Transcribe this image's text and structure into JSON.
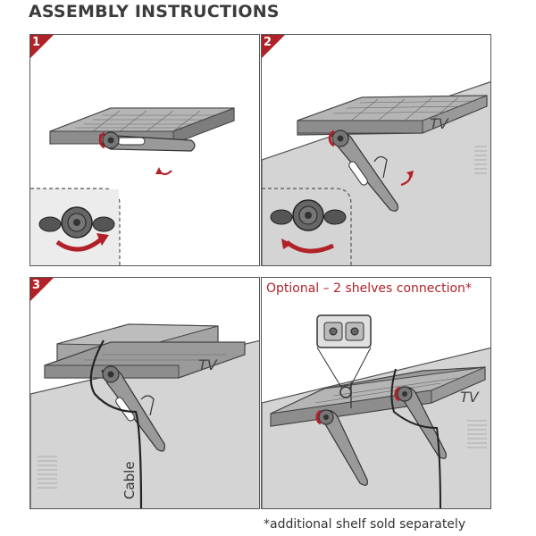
{
  "title": "ASSEMBLY INSTRUCTIONS",
  "steps": [
    {
      "number": "1"
    },
    {
      "number": "2",
      "tv_label": "TV"
    },
    {
      "number": "3",
      "tv_label": "TV",
      "cable_label": "Cable"
    }
  ],
  "optional": {
    "title": "Optional – 2 shelves connection*",
    "tv_label": "TV"
  },
  "footnote": "*additional shelf sold separately",
  "colors": {
    "accent": "#b02228",
    "tv": "#d4d4d4",
    "shelf": "#8a8a8a",
    "line": "#4a4a4a"
  }
}
